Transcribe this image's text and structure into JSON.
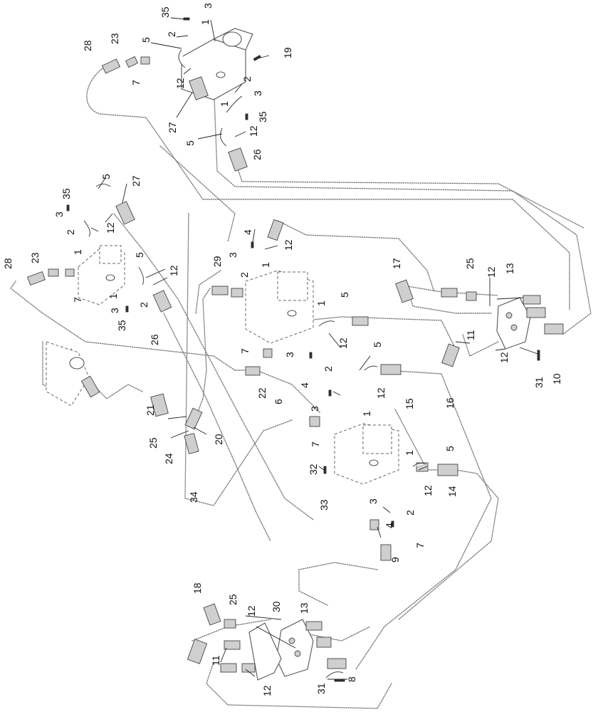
{
  "diagram": {
    "callouts": [
      {
        "id": "c-35a",
        "text": "35"
      },
      {
        "id": "c-3a",
        "text": "3"
      },
      {
        "id": "c-2a",
        "text": "2"
      },
      {
        "id": "c-1a",
        "text": "1"
      },
      {
        "id": "c-5a",
        "text": "5"
      },
      {
        "id": "c-28a",
        "text": "28"
      },
      {
        "id": "c-23a",
        "text": "23"
      },
      {
        "id": "c-7a",
        "text": "7"
      },
      {
        "id": "c-12a",
        "text": "12"
      },
      {
        "id": "c-19",
        "text": "19"
      },
      {
        "id": "c-2b",
        "text": "2"
      },
      {
        "id": "c-3b",
        "text": "3"
      },
      {
        "id": "c-1b",
        "text": "1"
      },
      {
        "id": "c-35b",
        "text": "35"
      },
      {
        "id": "c-27a",
        "text": "27"
      },
      {
        "id": "c-12b",
        "text": "12"
      },
      {
        "id": "c-5b",
        "text": "5"
      },
      {
        "id": "c-26a",
        "text": "26"
      },
      {
        "id": "c-5c",
        "text": "5"
      },
      {
        "id": "c-27b",
        "text": "27"
      },
      {
        "id": "c-35c",
        "text": "35"
      },
      {
        "id": "c-3c",
        "text": "3"
      },
      {
        "id": "c-12c",
        "text": "12"
      },
      {
        "id": "c-2c",
        "text": "2"
      },
      {
        "id": "c-1c",
        "text": "1"
      },
      {
        "id": "c-28b",
        "text": "28"
      },
      {
        "id": "c-23b",
        "text": "23"
      },
      {
        "id": "c-7b",
        "text": "7"
      },
      {
        "id": "c-5d",
        "text": "5"
      },
      {
        "id": "c-12d",
        "text": "12"
      },
      {
        "id": "c-1d",
        "text": "1"
      },
      {
        "id": "c-3d",
        "text": "3"
      },
      {
        "id": "c-35d",
        "text": "35"
      },
      {
        "id": "c-2d",
        "text": "2"
      },
      {
        "id": "c-26b",
        "text": "26"
      },
      {
        "id": "c-4a",
        "text": "4"
      },
      {
        "id": "c-3e",
        "text": "3"
      },
      {
        "id": "c-12e",
        "text": "12"
      },
      {
        "id": "c-29",
        "text": "29"
      },
      {
        "id": "c-2e",
        "text": "2"
      },
      {
        "id": "c-1e",
        "text": "1"
      },
      {
        "id": "c-17",
        "text": "17"
      },
      {
        "id": "c-25a",
        "text": "25"
      },
      {
        "id": "c-13a",
        "text": "13"
      },
      {
        "id": "c-12f",
        "text": "12"
      },
      {
        "id": "c-1f",
        "text": "1"
      },
      {
        "id": "c-5e",
        "text": "5"
      },
      {
        "id": "c-12g",
        "text": "12"
      },
      {
        "id": "c-11a",
        "text": "11"
      },
      {
        "id": "c-12h",
        "text": "12"
      },
      {
        "id": "c-31a",
        "text": "31"
      },
      {
        "id": "c-10",
        "text": "10"
      },
      {
        "id": "c-7c",
        "text": "7"
      },
      {
        "id": "c-3f",
        "text": "3"
      },
      {
        "id": "c-2f",
        "text": "2"
      },
      {
        "id": "c-5f",
        "text": "5"
      },
      {
        "id": "c-4b",
        "text": "4"
      },
      {
        "id": "c-12i",
        "text": "12"
      },
      {
        "id": "c-15",
        "text": "15"
      },
      {
        "id": "c-16",
        "text": "16"
      },
      {
        "id": "c-22",
        "text": "22"
      },
      {
        "id": "c-6",
        "text": "6"
      },
      {
        "id": "c-3g",
        "text": "3"
      },
      {
        "id": "c-1g",
        "text": "1"
      },
      {
        "id": "c-21",
        "text": "21"
      },
      {
        "id": "c-25b",
        "text": "25"
      },
      {
        "id": "c-24",
        "text": "24"
      },
      {
        "id": "c-20",
        "text": "20"
      },
      {
        "id": "c-34",
        "text": "34"
      },
      {
        "id": "c-7d",
        "text": "7"
      },
      {
        "id": "c-1h",
        "text": "1"
      },
      {
        "id": "c-5g",
        "text": "5"
      },
      {
        "id": "c-14",
        "text": "14"
      },
      {
        "id": "c-32",
        "text": "32"
      },
      {
        "id": "c-33",
        "text": "33"
      },
      {
        "id": "c-12j",
        "text": "12"
      },
      {
        "id": "c-3h",
        "text": "3"
      },
      {
        "id": "c-2g",
        "text": "2"
      },
      {
        "id": "c-4c",
        "text": "4"
      },
      {
        "id": "c-7e",
        "text": "7"
      },
      {
        "id": "c-9",
        "text": "9"
      },
      {
        "id": "c-18",
        "text": "18"
      },
      {
        "id": "c-25c",
        "text": "25"
      },
      {
        "id": "c-12k",
        "text": "12"
      },
      {
        "id": "c-30",
        "text": "30"
      },
      {
        "id": "c-13b",
        "text": "13"
      },
      {
        "id": "c-11b",
        "text": "11"
      },
      {
        "id": "c-12l",
        "text": "12"
      },
      {
        "id": "c-31b",
        "text": "31"
      },
      {
        "id": "c-8",
        "text": "8"
      }
    ]
  }
}
